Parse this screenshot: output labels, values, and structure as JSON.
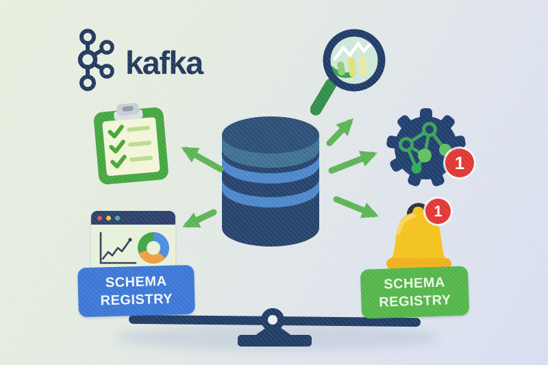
{
  "logo": {
    "text": "kafka"
  },
  "badges": {
    "gear_notification": "1",
    "bell_notification": "1"
  },
  "labels": {
    "left": {
      "line1": "SCHEMA",
      "line2": "REGISTRY"
    },
    "right": {
      "line1": "SCHEMA",
      "line2": "REGISTRY"
    }
  },
  "icons": {
    "logo": "kafka-molecule-icon",
    "top_right": "magnifier-analytics-icon",
    "left": "clipboard-checklist-icon",
    "center": "database-cylinder-icon",
    "right": "gear-network-icon",
    "bottom_right": "notification-bell-icon",
    "bottom_left": "analytics-browser-window-icon",
    "bottom": "balance-scale"
  },
  "colors": {
    "navy": "#21375c",
    "arrow_green": "#5cb454",
    "plate_blue": "#3b77d6",
    "plate_green": "#53b649",
    "badge_red": "#e23632",
    "bell_yellow": "#f5c31d",
    "clipboard_green": "#43a73f",
    "db_stripe_blue": "#4c87cb",
    "bg_top_left": "#e9f0e0",
    "bg_bottom_right": "#d9dff2"
  }
}
